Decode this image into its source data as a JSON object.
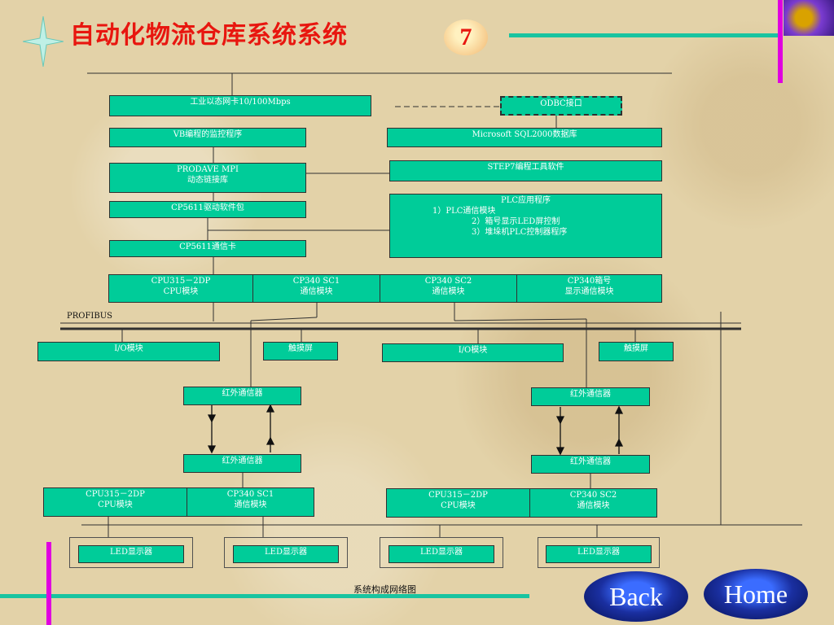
{
  "slide": {
    "title": "自动化物流仓库系统系统",
    "page_number": "7",
    "caption": "系统构成网络图",
    "profibus_label": "PROFIBUS"
  },
  "nav": {
    "back_label": "Back",
    "home_label": "Home"
  },
  "boxes": {
    "ethernet": "工业以态网卡10/100Mbps",
    "odbc": "ODBC接口",
    "vb": "VB编程的监控程序",
    "sql": "Microsoft SQL2000数据库",
    "prodave_1": "PRODAVE MPI",
    "prodave_2": "动态链接库",
    "step7": "STEP7编程工具软件",
    "cp5611_driver": "CP5611驱动软件包",
    "plc_title": "PLC应用程序",
    "plc_1": "1）PLC通信模块",
    "plc_2": "2）箱号显示LED屏控制",
    "plc_3": "3）堆垛机PLC控制器程序",
    "cp5611_card": "CP5611通信卡",
    "rack_cpu_1": "CPU315－2DP",
    "rack_cpu_2": "CPU模块",
    "rack_sc1_1": "CP340 SC1",
    "rack_sc1_2": "通信模块",
    "rack_sc2_1": "CP340 SC2",
    "rack_sc2_2": "通信模块",
    "rack_box_1": "CP340箱号",
    "rack_box_2": "显示通信模块",
    "io_left": "I/O模块",
    "touch_left": "触摸屏",
    "io_right": "I/O模块",
    "touch_right": "触摸屏",
    "ir_left_top": "红外通信器",
    "ir_right_top": "红外通信器",
    "ir_left_bottom": "红外通信器",
    "ir_right_bottom": "红外通信器",
    "bl_cpu_1": "CPU315－2DP",
    "bl_cpu_2": "CPU模块",
    "bl_sc1_1": "CP340 SC1",
    "bl_sc1_2": "通信模块",
    "br_cpu_1": "CPU315－2DP",
    "br_cpu_2": "CPU模块",
    "br_sc2_1": "CP340 SC2",
    "br_sc2_2": "通信模块",
    "led_1": "LED显示器",
    "led_2": "LED显示器",
    "led_3": "LED显示器",
    "led_4": "LED显示器"
  },
  "colors": {
    "box_fill": "#00cc99",
    "title_red": "#e8160f",
    "accent_teal": "#19c4a0",
    "accent_magenta": "#e000e0"
  }
}
